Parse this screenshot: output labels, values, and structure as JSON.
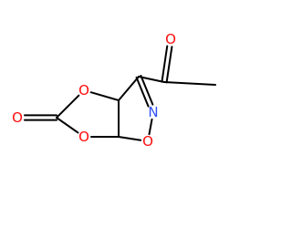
{
  "molecule": {
    "atoms": [
      {
        "id": "o-carbonyl-left",
        "symbol": "O",
        "color": "#ff0d0d",
        "kind": "label"
      },
      {
        "id": "c-carbonate",
        "symbol": "C",
        "kind": "node"
      },
      {
        "id": "o-ring-upper",
        "symbol": "O",
        "color": "#ff0d0d",
        "kind": "label"
      },
      {
        "id": "o-ring-lower",
        "symbol": "O",
        "color": "#ff0d0d",
        "kind": "label"
      },
      {
        "id": "c-3a",
        "symbol": "C",
        "kind": "node"
      },
      {
        "id": "c-6a",
        "symbol": "C",
        "kind": "node"
      },
      {
        "id": "c-3",
        "symbol": "C",
        "kind": "node"
      },
      {
        "id": "n-2",
        "symbol": "N",
        "color": "#3050f8",
        "kind": "label"
      },
      {
        "id": "o-1",
        "symbol": "O",
        "color": "#ff0d0d",
        "kind": "label"
      },
      {
        "id": "c-acetyl",
        "symbol": "C",
        "kind": "node"
      },
      {
        "id": "o-acetyl",
        "symbol": "O",
        "color": "#ff0d0d",
        "kind": "label"
      },
      {
        "id": "c-methyl",
        "symbol": "C",
        "kind": "node"
      }
    ],
    "bonds": [
      {
        "from": "o-carbonyl-left",
        "to": "c-carbonate",
        "order": 2
      },
      {
        "from": "c-carbonate",
        "to": "o-ring-upper",
        "order": 1
      },
      {
        "from": "c-carbonate",
        "to": "o-ring-lower",
        "order": 1
      },
      {
        "from": "o-ring-upper",
        "to": "c-3a",
        "order": 1
      },
      {
        "from": "o-ring-lower",
        "to": "c-6a",
        "order": 1
      },
      {
        "from": "c-3a",
        "to": "c-6a",
        "order": 1
      },
      {
        "from": "c-3a",
        "to": "c-3",
        "order": 1
      },
      {
        "from": "c-3",
        "to": "n-2",
        "order": 2
      },
      {
        "from": "n-2",
        "to": "o-1",
        "order": 1
      },
      {
        "from": "o-1",
        "to": "c-6a",
        "order": 1
      },
      {
        "from": "c-3",
        "to": "c-acetyl",
        "order": 1
      },
      {
        "from": "c-acetyl",
        "to": "o-acetyl",
        "order": 2
      },
      {
        "from": "c-acetyl",
        "to": "c-methyl",
        "order": 1
      }
    ],
    "bond_color": "#000000"
  }
}
